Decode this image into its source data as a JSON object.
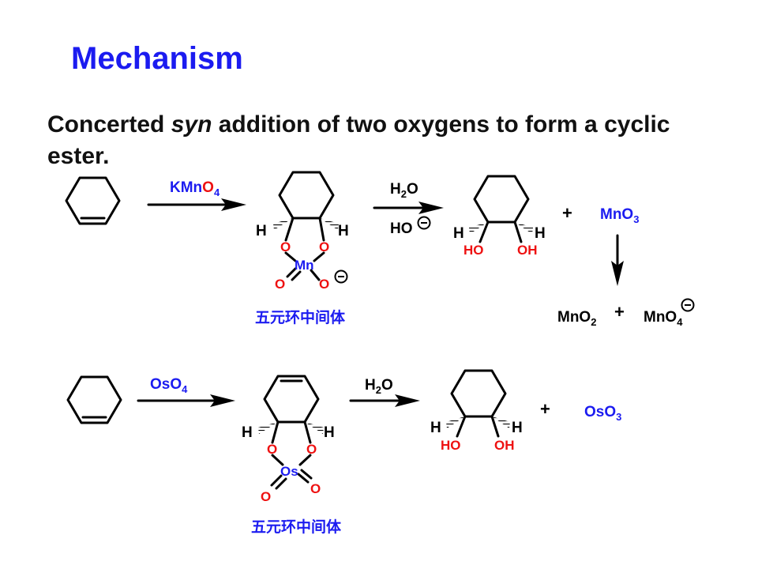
{
  "slide": {
    "title": "Mechanism",
    "line_start": "Concerted ",
    "line_emph": "syn",
    "line_end": " addition of two oxygens to form a cyclic ester."
  },
  "permanganate": {
    "reagent": {
      "a": "KMn",
      "b": "O",
      "c": "4"
    },
    "intermediate_metal": "Mn",
    "intermediate_caption": "五元环中间体",
    "water": {
      "a": "H",
      "b": "2",
      "c": "O"
    },
    "hydroxide": "HO",
    "plus_1": "+",
    "byproduct": {
      "a": "MnO",
      "b": "3"
    },
    "mno2": {
      "a": "MnO",
      "b": "2"
    },
    "plus_2": "+",
    "mno4": {
      "a": "MnO",
      "b": "4"
    }
  },
  "osmium": {
    "reagent": {
      "a": "OsO",
      "b": "4"
    },
    "intermediate_metal": "Os",
    "intermediate_caption": "五元环中间体",
    "water": {
      "a": "H",
      "b": "2",
      "c": "O"
    },
    "plus": "+",
    "byproduct": {
      "a": "OsO",
      "b": "3"
    }
  },
  "atoms": {
    "h": "H",
    "o": "O",
    "ho": "HO",
    "oh": "OH"
  },
  "colors": {
    "title": "#1b1bf0",
    "reagent": "#1b1bf0",
    "oxygen": "#ee1111",
    "caption": "#1b1bf0"
  }
}
